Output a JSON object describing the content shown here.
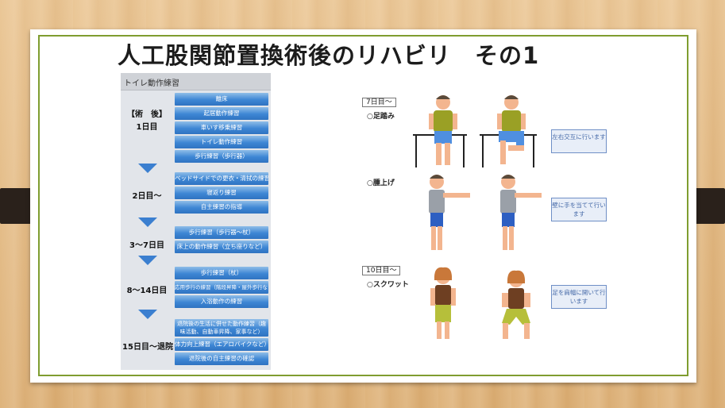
{
  "slide": {
    "title": "人工股関節置換術後のリハビリ　その1"
  },
  "flow": {
    "header": "トイレ動作練習",
    "stages": [
      {
        "label_line1": "【術　後】",
        "label_line2": "1日目",
        "steps": [
          "離床",
          "起居動作練習",
          "車いす移乗練習",
          "トイレ動作練習",
          "歩行練習（歩行器）"
        ]
      },
      {
        "label": "2日目〜",
        "steps": [
          "ベッドサイドでの更衣・清拭の練習",
          "寝返り練習",
          "自主練習の指導"
        ]
      },
      {
        "label": "3〜7日目",
        "steps": [
          "歩行練習（歩行器〜杖）",
          "床上の動作練習（立ち座りなど）"
        ]
      },
      {
        "label": "8〜14日目",
        "steps": [
          "歩行練習（杖）",
          "応用歩行の練習（階段昇降・屋外歩行など）",
          "入浴動作の練習"
        ]
      },
      {
        "label": "15日目〜退院",
        "steps": [
          "退院後の生活に併せた動作練習（趣味活動、自動車昇降、家事など）",
          "体力向上練習（エアロバイクなど）",
          "退院後の自主練習の確認"
        ]
      }
    ]
  },
  "exercises": [
    {
      "day": "7日目〜",
      "name": "○足踏み",
      "note": "左右交互に行います"
    },
    {
      "day": "",
      "name": "○腫上げ",
      "note": "壁に手を当てて行います"
    },
    {
      "day": "10日目〜",
      "name": "○スクワット",
      "note": "足を肩幅に開いて行います"
    }
  ],
  "colors": {
    "frame": "#7f9d30",
    "step_blue": "#3d86d4",
    "arrow_blue": "#3b7fd0"
  }
}
